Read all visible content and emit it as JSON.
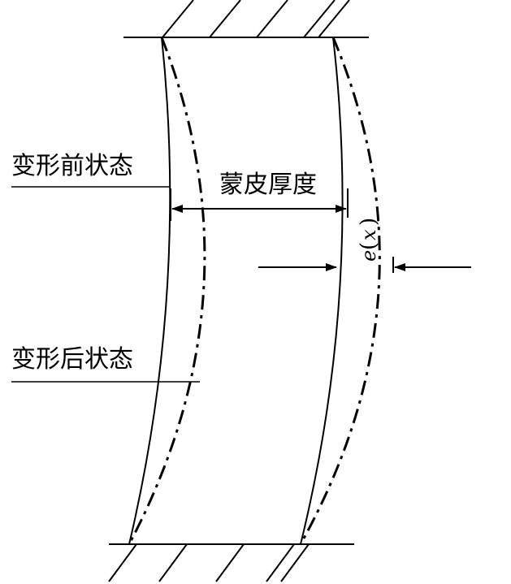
{
  "labels": {
    "before_state": "变形前状态",
    "after_state": "变形后状态",
    "skin_thickness": "蒙皮厚度",
    "deformation_symbol": "e",
    "deformation_variable": "x"
  }
}
